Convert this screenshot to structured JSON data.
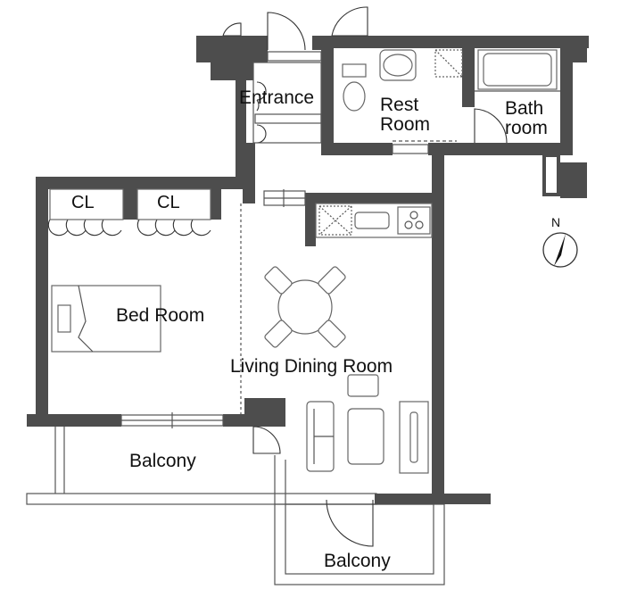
{
  "rooms": {
    "entrance": "Entrance",
    "rest_room_line1": "Rest",
    "rest_room_line2": "Room",
    "bath_room_line1": "Bath",
    "bath_room_line2": "room",
    "closet_1": "CL",
    "closet_2": "CL",
    "bed_room": "Bed Room",
    "living_dining_room": "Living Dining Room",
    "balcony_west": "Balcony",
    "balcony_south": "Balcony"
  },
  "compass": {
    "north_label": "N"
  },
  "colors": {
    "wall": "#4d4d4d",
    "line": "#555555",
    "background": "#ffffff"
  }
}
